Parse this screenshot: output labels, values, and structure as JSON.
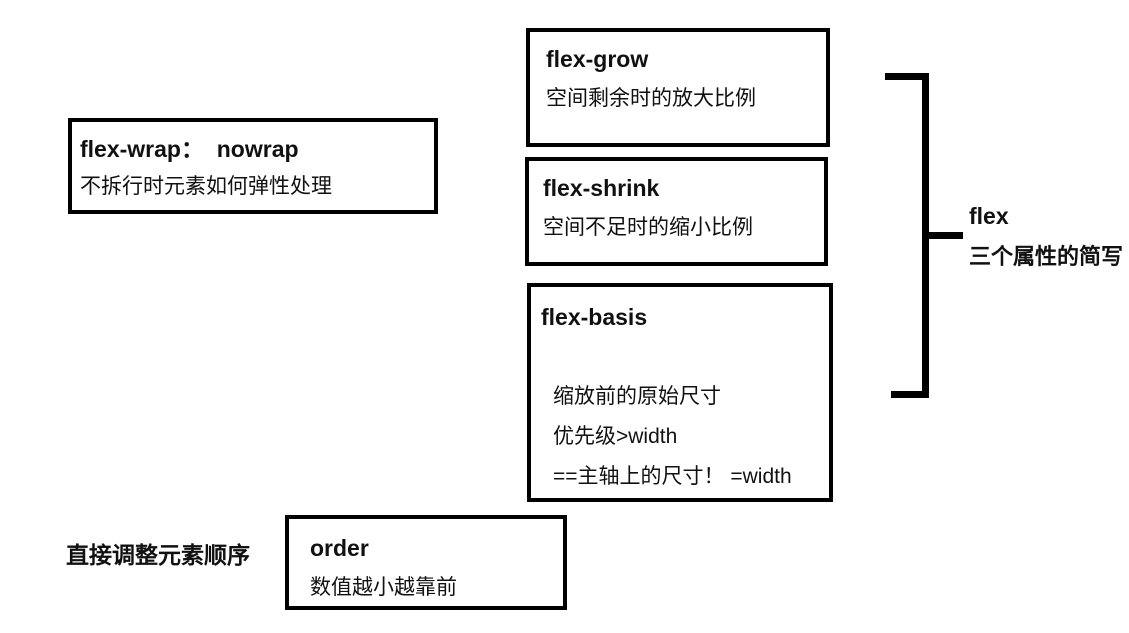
{
  "page": {
    "colors": {
      "line": "#000000",
      "text": "#111111",
      "background": "#ffffff"
    }
  },
  "boxes": {
    "flex_wrap": {
      "title": "flex-wrap：  nowrap",
      "desc": "不拆行时元素如何弹性处理"
    },
    "flex_grow": {
      "title": "flex-grow",
      "desc": "空间剩余时的放大比例"
    },
    "flex_shrink": {
      "title": "flex-shrink",
      "desc": "空间不足时的缩小比例"
    },
    "flex_basis": {
      "title": "flex-basis",
      "lines": [
        "缩放前的原始尺寸",
        "优先级>width",
        "==主轴上的尺寸！ =width"
      ]
    },
    "order": {
      "title": "order",
      "desc": "数值越小越靠前"
    }
  },
  "annotations": {
    "order_label": "直接调整元素顺序",
    "flex_group": {
      "title": "flex",
      "subtitle": "三个属性的简写"
    }
  }
}
